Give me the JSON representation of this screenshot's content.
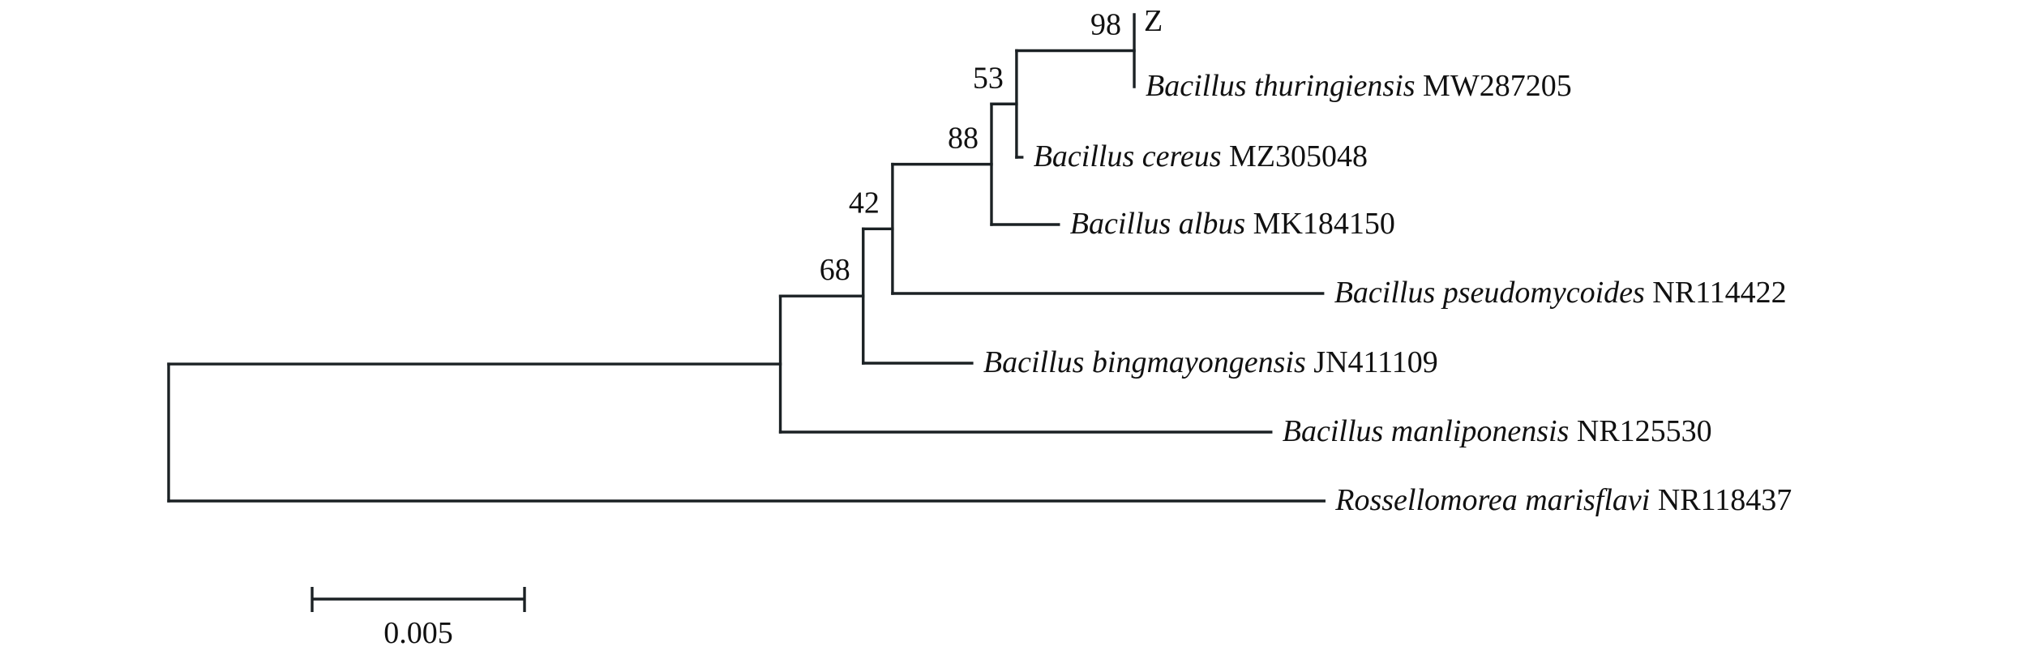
{
  "figure": {
    "type": "phylogenetic-tree",
    "scale_bar": {
      "value": 0.005,
      "label": "0.005"
    }
  },
  "tree": {
    "id": "root",
    "children": [
      {
        "id": "ingroup",
        "length": 0.0144,
        "children": [
          {
            "id": "node-68",
            "length": 0.00195,
            "bootstrap": "68",
            "children": [
              {
                "id": "node-42",
                "length": 0.00069,
                "bootstrap": "42",
                "children": [
                  {
                    "id": "node-88",
                    "length": 0.00233,
                    "bootstrap": "88",
                    "children": [
                      {
                        "id": "node-53",
                        "length": 0.00059,
                        "bootstrap": "53",
                        "children": [
                          {
                            "id": "node-98",
                            "length": 0.00277,
                            "bootstrap": "98",
                            "children": [
                              {
                                "id": "tip-z",
                                "length": 0,
                                "name": "",
                                "accession": "Z"
                              },
                              {
                                "id": "tip-thuringiensis",
                                "length": 0,
                                "name": "Bacillus thuringiensis",
                                "accession": "MW287205"
                              }
                            ]
                          },
                          {
                            "id": "tip-cereus",
                            "length": 0.00013,
                            "name": "Bacillus cereus",
                            "accession": "MZ305048"
                          }
                        ]
                      },
                      {
                        "id": "tip-albus",
                        "length": 0.00158,
                        "name": "Bacillus albus",
                        "accession": "MK184150"
                      }
                    ]
                  },
                  {
                    "id": "tip-pseudomycoides",
                    "length": 0.01013,
                    "name": "Bacillus pseudomycoides",
                    "accession": "NR114422"
                  }
                ]
              },
              {
                "id": "tip-bingmayongensis",
                "length": 0.00256,
                "name": "Bacillus bingmayongensis",
                "accession": "JN411109"
              }
            ]
          },
          {
            "id": "tip-manliponensis",
            "length": 0.01155,
            "name": "Bacillus manliponensis",
            "accession": "NR125530"
          }
        ]
      },
      {
        "id": "tip-rossellomorea",
        "length": 0.0272,
        "name": "Rossellomorea marisflavi",
        "accession": "NR118437"
      }
    ]
  }
}
